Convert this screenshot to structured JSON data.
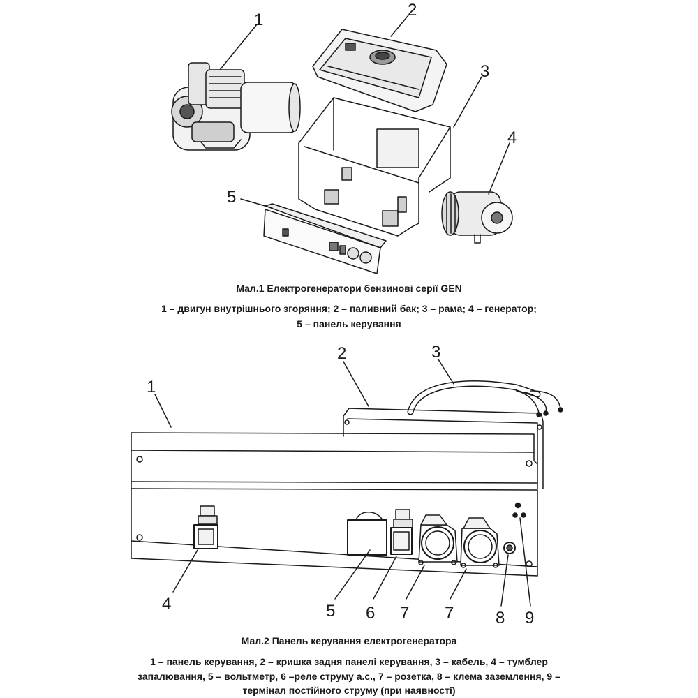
{
  "figure1": {
    "callouts": [
      "1",
      "2",
      "3",
      "4",
      "5"
    ],
    "caption_title": "Мал.1 Електрогенератори бензинові серії GEN",
    "caption_line1": "1 – двигун внутрішнього згоряння; 2 – паливний бак; 3 – рама; 4 – генератор;",
    "caption_line2": "5 – панель керування"
  },
  "figure2": {
    "callouts": [
      "1",
      "2",
      "3",
      "4",
      "5",
      "6",
      "7",
      "7",
      "8",
      "9"
    ],
    "caption_title": "Мал.2 Панель керування електрогенератора",
    "caption_line1": "1 – панель керування, 2 – кришка задня панелі керування, 3 – кабель, 4 – тумблер",
    "caption_line2": "запалювання, 5 – вольтметр, 6 –реле струму а.с., 7 – розетка, 8 – клема заземлення, 9 –",
    "caption_line3": "термінал постійного струму (при  наявності)"
  }
}
